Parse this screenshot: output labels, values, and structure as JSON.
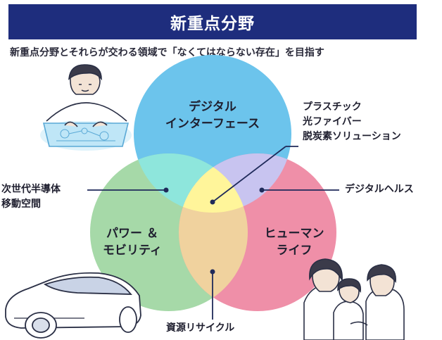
{
  "title": "新重点分野",
  "subtitle": "新重点分野とそれらが交わる領域で「なくてはならない存在」を目指す",
  "circles": {
    "digital_interface": {
      "lines": [
        "デジタル",
        "インターフェース"
      ],
      "color": "#6cc4ec"
    },
    "power_mobility": {
      "lines": [
        "パワー ＆",
        "モビリティ"
      ],
      "color": "#a6d9a8"
    },
    "human_life": {
      "lines": [
        "ヒューマン",
        "ライフ"
      ],
      "color": "#ef8fa8"
    }
  },
  "overlaps": {
    "top_left": "#8ee6dc",
    "top_right": "#c8c4f0",
    "bottom": "#f0d29e",
    "center": "#fff59a"
  },
  "callouts": {
    "next_gen": [
      "次世代半導体",
      "移動空間"
    ],
    "photonics": [
      "プラスチック",
      "光ファイバー",
      "脱炭素ソリューション"
    ],
    "health": "デジタルヘルス",
    "recycle": "資源リサイクル"
  },
  "colors": {
    "title_bar": "#1e2d7d",
    "leader": "#1f2a5a"
  }
}
